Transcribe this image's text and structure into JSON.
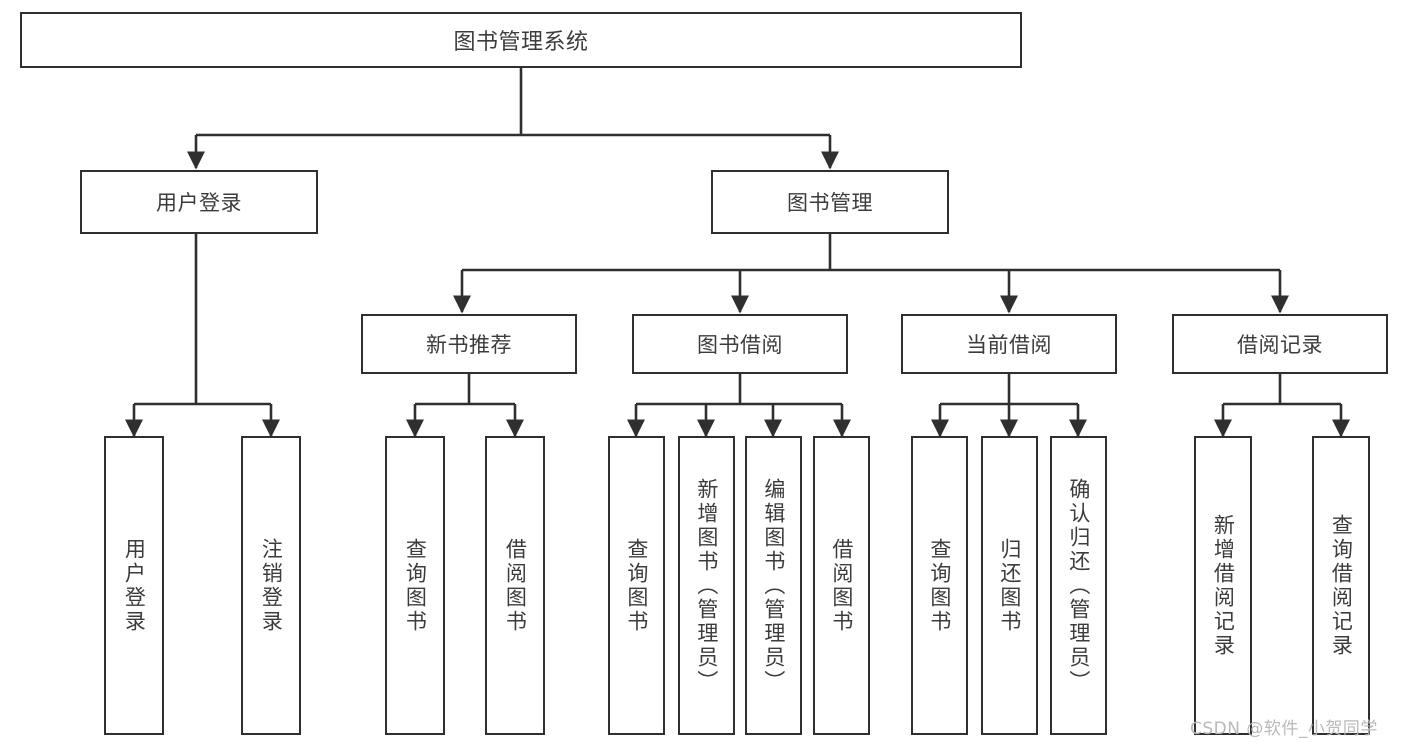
{
  "diagram": {
    "title": "图书管理系统",
    "watermark": "CSDN @软件_小贺同学",
    "stroke_color": "#2f2f2f",
    "text_color": "#3c3c3c",
    "background_color": "#ffffff",
    "root": {
      "label": "图书管理系统"
    },
    "level1": [
      {
        "label": "用户登录"
      },
      {
        "label": "图书管理"
      }
    ],
    "level2": [
      {
        "label": "新书推荐"
      },
      {
        "label": "图书借阅"
      },
      {
        "label": "当前借阅"
      },
      {
        "label": "借阅记录"
      }
    ],
    "leaves": {
      "user_login": [
        {
          "label": "用户登录"
        },
        {
          "label": "注销登录"
        }
      ],
      "new_book_recommend": [
        {
          "label": "查询图书"
        },
        {
          "label": "借阅图书"
        }
      ],
      "book_borrow": [
        {
          "label": "查询图书"
        },
        {
          "label": "新增图书（管理员）"
        },
        {
          "label": "编辑图书（管理员）"
        },
        {
          "label": "借阅图书"
        }
      ],
      "current_borrow": [
        {
          "label": "查询图书"
        },
        {
          "label": "归还图书"
        },
        {
          "label": "确认归还（管理员）"
        }
      ],
      "borrow_record": [
        {
          "label": "新增借阅记录"
        },
        {
          "label": "查询借阅记录"
        }
      ]
    }
  },
  "chart_data": {
    "type": "diagram",
    "title": "图书管理系统",
    "structure": "tree",
    "nodes": [
      {
        "id": "root",
        "label": "图书管理系统",
        "level": 0,
        "parent": null
      },
      {
        "id": "n1",
        "label": "用户登录",
        "level": 1,
        "parent": "root"
      },
      {
        "id": "n2",
        "label": "图书管理",
        "level": 1,
        "parent": "root"
      },
      {
        "id": "n1a",
        "label": "用户登录",
        "level": 2,
        "parent": "n1"
      },
      {
        "id": "n1b",
        "label": "注销登录",
        "level": 2,
        "parent": "n1"
      },
      {
        "id": "n2a",
        "label": "新书推荐",
        "level": 2,
        "parent": "n2"
      },
      {
        "id": "n2b",
        "label": "图书借阅",
        "level": 2,
        "parent": "n2"
      },
      {
        "id": "n2c",
        "label": "当前借阅",
        "level": 2,
        "parent": "n2"
      },
      {
        "id": "n2d",
        "label": "借阅记录",
        "level": 2,
        "parent": "n2"
      },
      {
        "id": "n2a1",
        "label": "查询图书",
        "level": 3,
        "parent": "n2a"
      },
      {
        "id": "n2a2",
        "label": "借阅图书",
        "level": 3,
        "parent": "n2a"
      },
      {
        "id": "n2b1",
        "label": "查询图书",
        "level": 3,
        "parent": "n2b"
      },
      {
        "id": "n2b2",
        "label": "新增图书（管理员）",
        "level": 3,
        "parent": "n2b"
      },
      {
        "id": "n2b3",
        "label": "编辑图书（管理员）",
        "level": 3,
        "parent": "n2b"
      },
      {
        "id": "n2b4",
        "label": "借阅图书",
        "level": 3,
        "parent": "n2b"
      },
      {
        "id": "n2c1",
        "label": "查询图书",
        "level": 3,
        "parent": "n2c"
      },
      {
        "id": "n2c2",
        "label": "归还图书",
        "level": 3,
        "parent": "n2c"
      },
      {
        "id": "n2c3",
        "label": "确认归还（管理员）",
        "level": 3,
        "parent": "n2c"
      },
      {
        "id": "n2d1",
        "label": "新增借阅记录",
        "level": 3,
        "parent": "n2d"
      },
      {
        "id": "n2d2",
        "label": "查询借阅记录",
        "level": 3,
        "parent": "n2d"
      }
    ]
  }
}
